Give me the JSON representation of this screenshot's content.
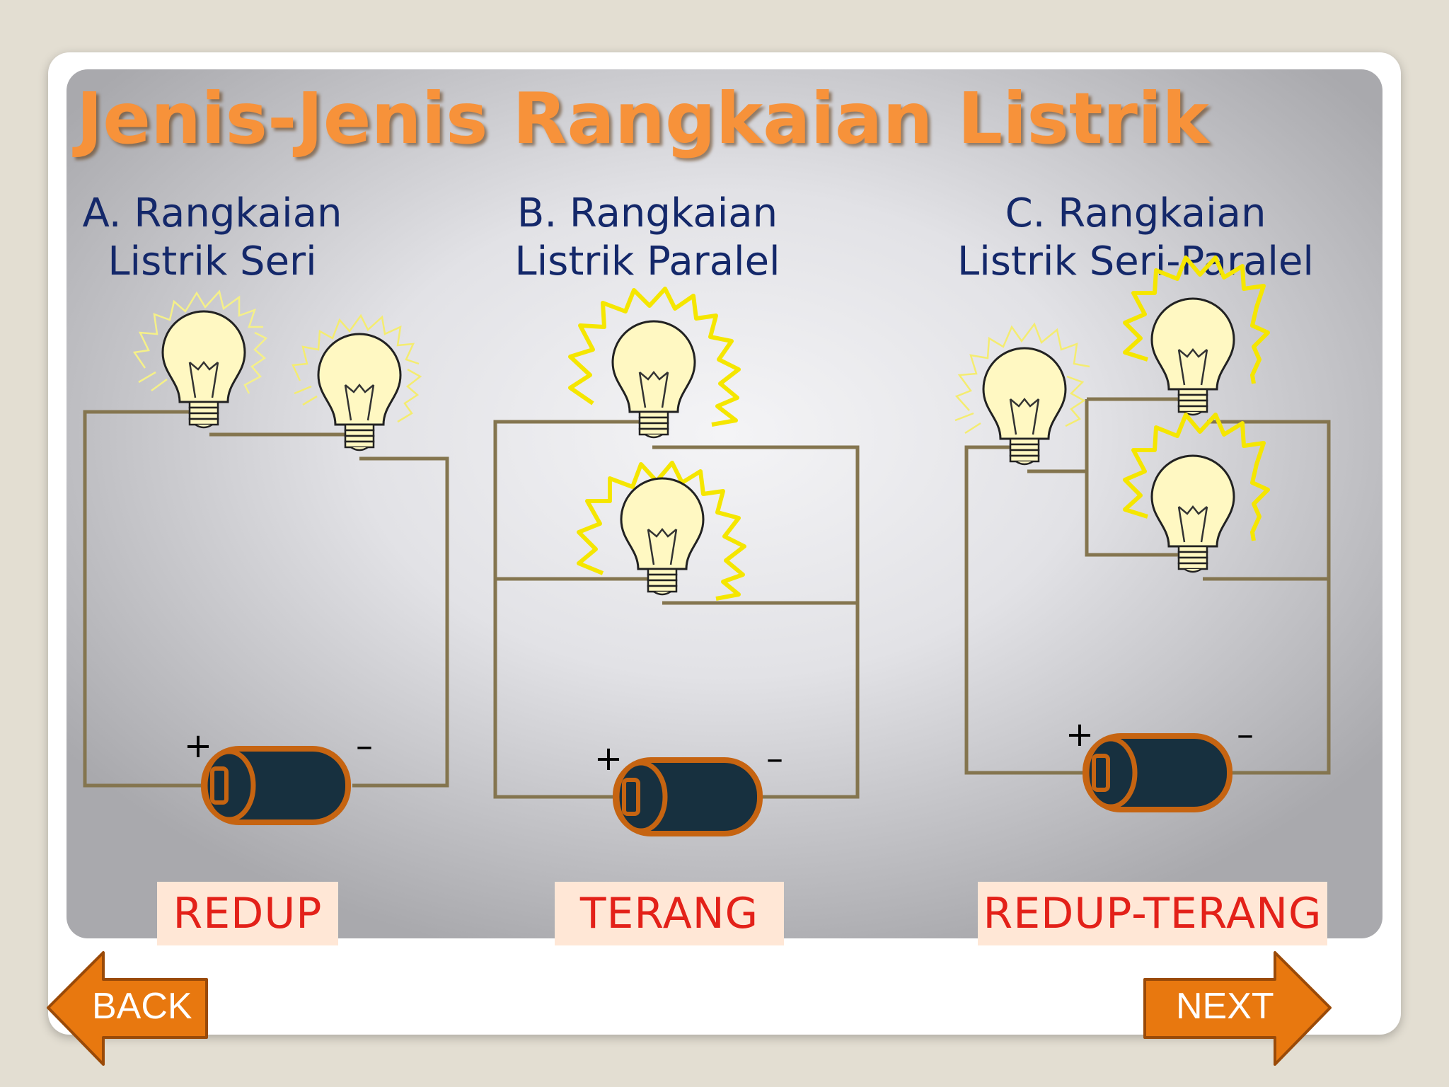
{
  "title": "Jenis-Jenis Rangkaian Listrik",
  "sections": [
    {
      "line1": "A. Rangkaian",
      "line2": "Listrik Seri",
      "result": "REDUP"
    },
    {
      "line1": "B. Rangkaian",
      "line2": "Listrik Paralel",
      "result": "TERANG"
    },
    {
      "line1": "C. Rangkaian",
      "line2": "Listrik Seri-Paralel",
      "result": "REDUP-TERANG"
    }
  ],
  "battery": {
    "plus": "+",
    "minus": "–"
  },
  "nav": {
    "back": "BACK",
    "next": "NEXT"
  },
  "colors": {
    "title": "#f7923a",
    "heading": "#14286a",
    "wire": "#84754f",
    "bulb_glass": "#fff8c2",
    "glow_bright": "#f5e600",
    "battery_body": "#17303f",
    "battery_rim": "#c66411",
    "result_text": "#e32119",
    "result_bg": "#ffe7d6",
    "nav_button": "#e8780f"
  }
}
